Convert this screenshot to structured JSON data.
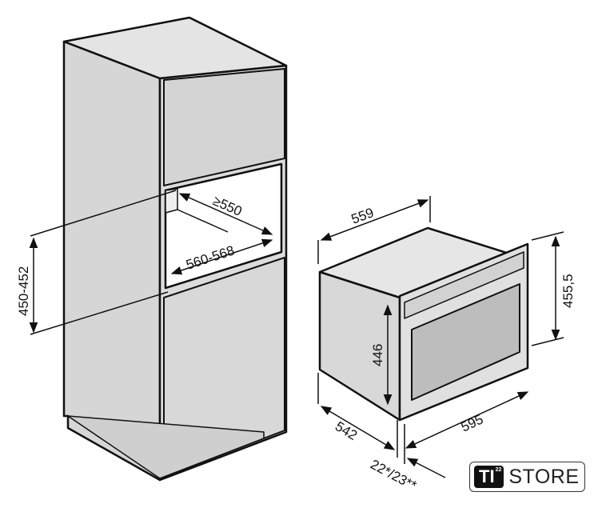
{
  "cabinet": {
    "niche_depth_label": "≥550",
    "niche_width_label": "560-568",
    "niche_height_label": "450-452"
  },
  "appliance": {
    "body_width_label": "559",
    "body_height_label": "446",
    "front_height_label": "455,5",
    "front_width_label": "595",
    "depth_label": "542",
    "front_thickness_label": "22*/23**"
  },
  "logo": {
    "mark": "TI",
    "superscript": "22",
    "text": "STORE"
  },
  "colors": {
    "panel": "#d9d9d9",
    "line": "#111111"
  }
}
